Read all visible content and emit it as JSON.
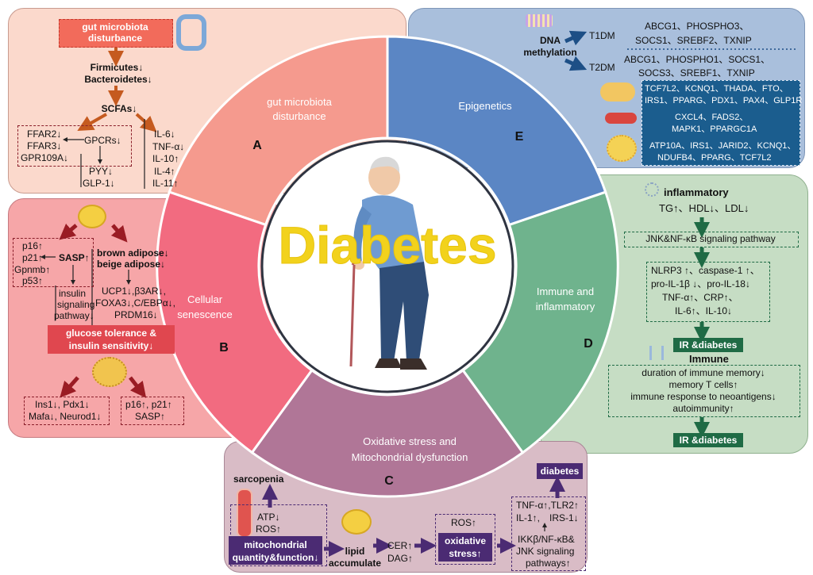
{
  "center": {
    "title": "Diabetes"
  },
  "ring": {
    "gut": "gut microbiota disturbance",
    "senescence": "Cellular senescence",
    "oxidative": "Oxidative stress and Mitochondrial dysfunction",
    "immune": "Immune and inflammatory",
    "epigenetics": "Epigenetics"
  },
  "letters": {
    "a": "A",
    "b": "B",
    "c": "C",
    "d": "D",
    "e": "E"
  },
  "panel_a": {
    "header": "gut microbiota disturbance",
    "firmicutes": "Firmicutes↓",
    "bacteroidetes": "Bacteroidetes↓",
    "scfas": "SCFAs↓",
    "ffar2": "FFAR2↓",
    "ffar3": "FFAR3↓",
    "gpr109a": "GPR109A↓",
    "gpcrs": "GPCRs↓",
    "pyy": "PYY↓",
    "glp1": "GLP-1↓",
    "il6": "IL-6↓",
    "tnfa": "TNF-α↓",
    "il10": "IL-10↑",
    "il4": "IL-4↑",
    "il11": "IL-11↑"
  },
  "panel_b": {
    "p16": "p16↑",
    "p21": "p21↑",
    "gpnmb": "Gpnmb↑",
    "p53": "p53↑",
    "sasp": "SASP↑",
    "insulin_path_1": "insulin",
    "insulin_path_2": "signaling",
    "insulin_path_3": "pathway↓",
    "brown": "brown adipose↓",
    "beige": "beige adipose↓",
    "ucp": "UCP1↓,β3AR↓,",
    "foxa": "FOXA3↓,C/EBPα↓,",
    "prdm": "PRDM16↓",
    "glucose_1": "glucose tolerance &",
    "glucose_2": "insulin sensitivity↓",
    "ins": "Ins1↓, Pdx1↓",
    "mafa": "Mafa↓, Neurod1↓",
    "p16p21": "p16↑, p21↑",
    "sasp2": "SASP↑"
  },
  "panel_c": {
    "sarcopenia": "sarcopenia",
    "atp": "ATP↓",
    "ros": "ROS↑",
    "mito_1": "mitochondrial",
    "mito_2": "quantity&function↓",
    "lipid_1": "lipid",
    "lipid_2": "accumulate",
    "cer": "CER↑",
    "dag": "DAG↑",
    "ros2": "ROS↑",
    "ox_1": "oxidative",
    "ox_2": "stress↑",
    "diabetes": "diabetes",
    "tnf": "TNF-α↑,TLR2↑",
    "il1": "IL-1↑,",
    "irs": "IRS-1↓",
    "ikk": "IKKβ/NF-κB&",
    "jnk_1": "JNK signaling",
    "jnk_2": "pathways↑"
  },
  "panel_d": {
    "inflammatory": "inflammatory",
    "lipids": "TG↑、HDL↓、LDL↓",
    "jnk": "JNK&NF-κB signaling pathway",
    "nlrp3": "NLRP3 ↑、caspase-1 ↑、",
    "proil": "pro-IL-1β ↓、pro-IL-18↓",
    "tnf": "TNF-α↑、CRP↑、",
    "il6": "IL-6↑、IL-10↓",
    "ir1": "IR &diabetes",
    "immune": "Immune",
    "memory": "duration of immune memory↓",
    "tcells": "memory T cells↑",
    "response": "immune response to neoantigens↓",
    "auto": "autoimmunity↑",
    "ir2": "IR &diabetes"
  },
  "panel_e": {
    "dna_1": "DNA",
    "dna_2": "methylation",
    "t1dm": "T1DM",
    "t2dm": "T2DM",
    "t1_1": "ABCG1、PHOSPHO3、",
    "t1_2": "SOCS1、SREBF2、TXNIP",
    "t2_1": "ABCG1、PHOSPHO1、SOCS1、",
    "t2_2": "SOCS3、SREBF1、TXNIP",
    "pan_1": "TCF7L2、KCNQ1、THADA、FTO、",
    "pan_2": "IRS1、PPARG、PDX1、PAX4、GLP1R",
    "mus_1": "CXCL4、FADS2、",
    "mus_2": "MAPK1、PPARGC1A",
    "fat_1": "ATP10A、IRS1、JARID2、KCNQ1、",
    "fat_2": "NDUFB4、PPARG、TCF7L2"
  },
  "colors": {
    "panel_a": "#fbd9cc",
    "panel_b": "#f6a6a8",
    "panel_c": "#d9bcc6",
    "panel_d": "#c6ddc4",
    "panel_e": "#a9bfdc",
    "sector_a": "#f59a8e",
    "sector_b": "#f26b80",
    "sector_c": "#b07697",
    "sector_d": "#6fb38d",
    "sector_e": "#5b86c4",
    "title": "#f2d21c",
    "dark_red": "#8a1e2a",
    "dark_green": "#1f6b45",
    "dark_purple": "#4b2b73",
    "dark_blue": "#1d4f86"
  }
}
